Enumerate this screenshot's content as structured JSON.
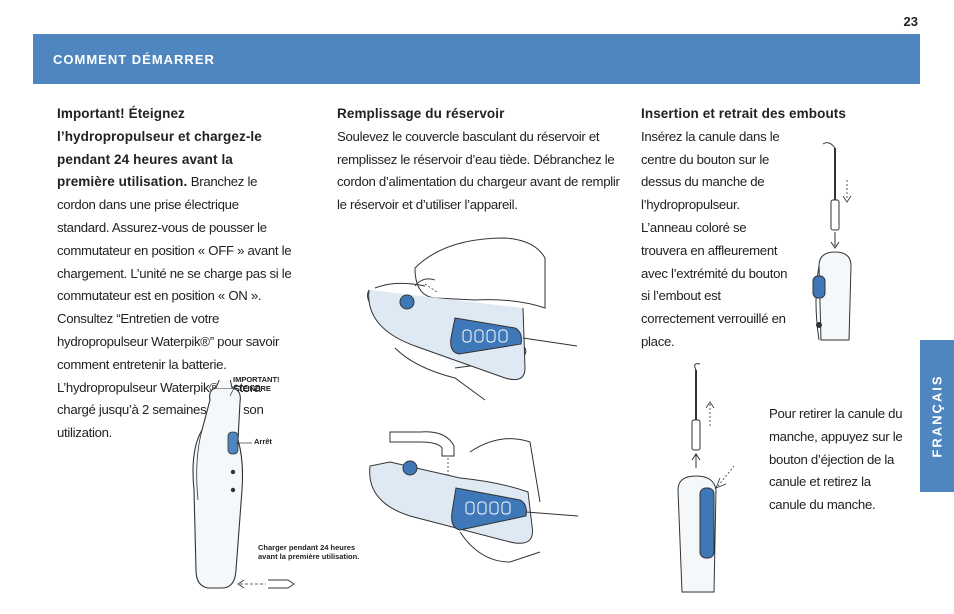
{
  "page_number": "23",
  "header": {
    "title": "COMMENT DÉMARRER"
  },
  "side_tab": {
    "label": "FRANÇAIS"
  },
  "col1": {
    "lead": "Important! Éteignez l’hydropropulseur et chargez-le pendant 24 heures avant la première utilisation.",
    "body": "Branchez le cordon dans une prise électrique standard. Assurez-vous de pousser le commutateur en position « OFF » avant le chargement. L’unité ne se charge pas si le commutateur est en position « ON ». Consultez “Entretien de votre hydropropulseur Waterpik®” pour savoir comment entretenir la batterie. L’hydropropulseur Waterpik® restera chargé jusqu’à 2 semaines selon son utilization."
  },
  "col2": {
    "heading": "Remplissage du réservoir",
    "body": "Soulevez le couvercle basculant du réservoir et remplissez le réservoir d’eau tiède. Débranchez le cordon d’alimentation du chargeur avant de remplir le réservoir et d’utiliser l’appareil."
  },
  "col3": {
    "heading": "Insertion et retrait des embouts",
    "body": "Insérez la canule dans le centre du bouton sur le dessus du manche de l’hydropropulseur. L’anneau coloré se trouvera en affleurement avec l’extrémité du bouton si l’embout est correctement verrouillé en place.",
    "body2": "Pour retirer la canule du manche, appuyez sur le bouton d’éjection de la canule et retirez la canule du manche."
  },
  "callouts": {
    "important": "IMPORTANT! ÉTEINDRE",
    "arret": "Arrêt",
    "charger": "Charger pendant 24 heures avant la première utilisation."
  },
  "colors": {
    "accent": "#4f86c0",
    "device_blue": "#3f78b8",
    "device_light": "#dfe9f4"
  }
}
